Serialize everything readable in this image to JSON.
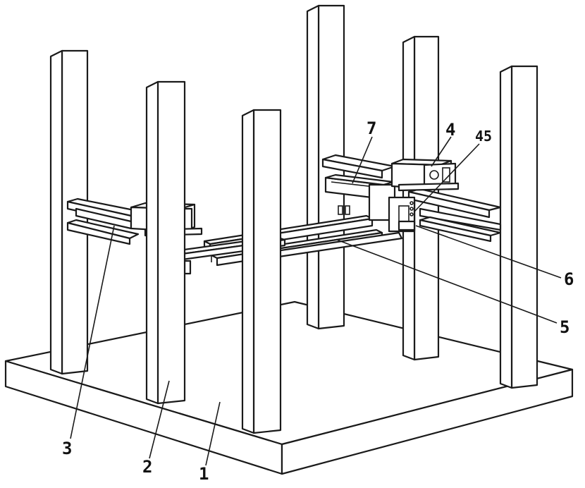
{
  "labels": {
    "base": "1",
    "column": "2",
    "side_beam": "3",
    "slider": "4",
    "rail": "5",
    "connector": "6",
    "cross_frame": "7",
    "clamp": "45"
  },
  "colors": {
    "line": "#1a1a1a",
    "background": "#ffffff"
  }
}
